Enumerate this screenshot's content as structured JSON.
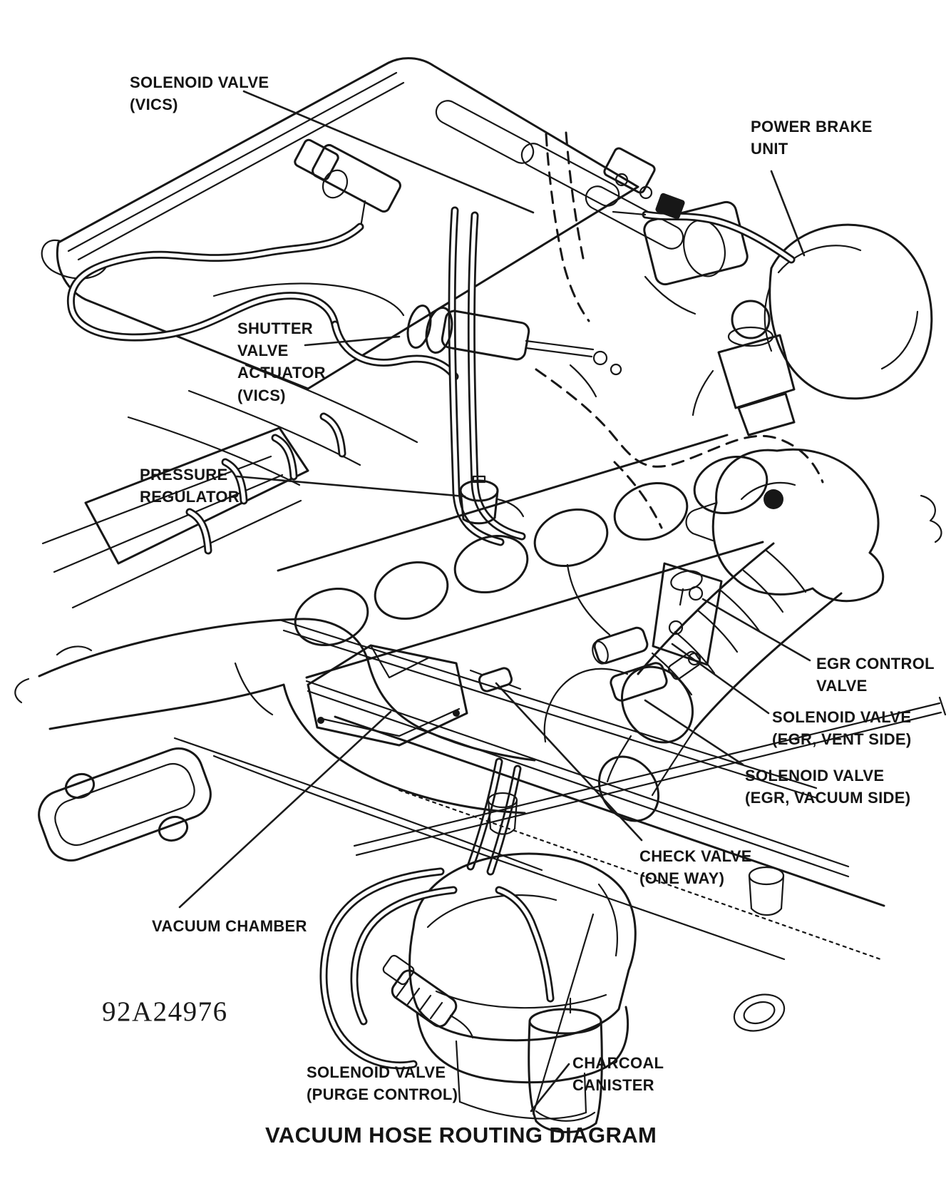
{
  "diagram": {
    "title": "VACUUM HOSE ROUTING DIAGRAM",
    "figure_number": "92A24976",
    "ink_color": "#171717",
    "background_color": "#ffffff",
    "labels": {
      "solenoid_vics": "SOLENOID VALVE\n(VICS)",
      "power_brake": "POWER BRAKE\nUNIT",
      "shutter_valve": "SHUTTER\nVALVE\nACTUATOR\n(VICS)",
      "pressure_regulator": "PRESSURE\nREGULATOR",
      "egr_control": "EGR CONTROL\nVALVE",
      "egr_vent": "SOLENOID VALVE\n(EGR, VENT SIDE)",
      "egr_vacuum": "SOLENOID VALVE\n(EGR, VACUUM SIDE)",
      "check_valve": "CHECK VALVE\n(ONE WAY)",
      "vacuum_chamber": "VACUUM CHAMBER",
      "purge_control": "SOLENOID VALVE\n(PURGE CONTROL)",
      "charcoal_canister": "CHARCOAL\nCANISTER"
    }
  }
}
